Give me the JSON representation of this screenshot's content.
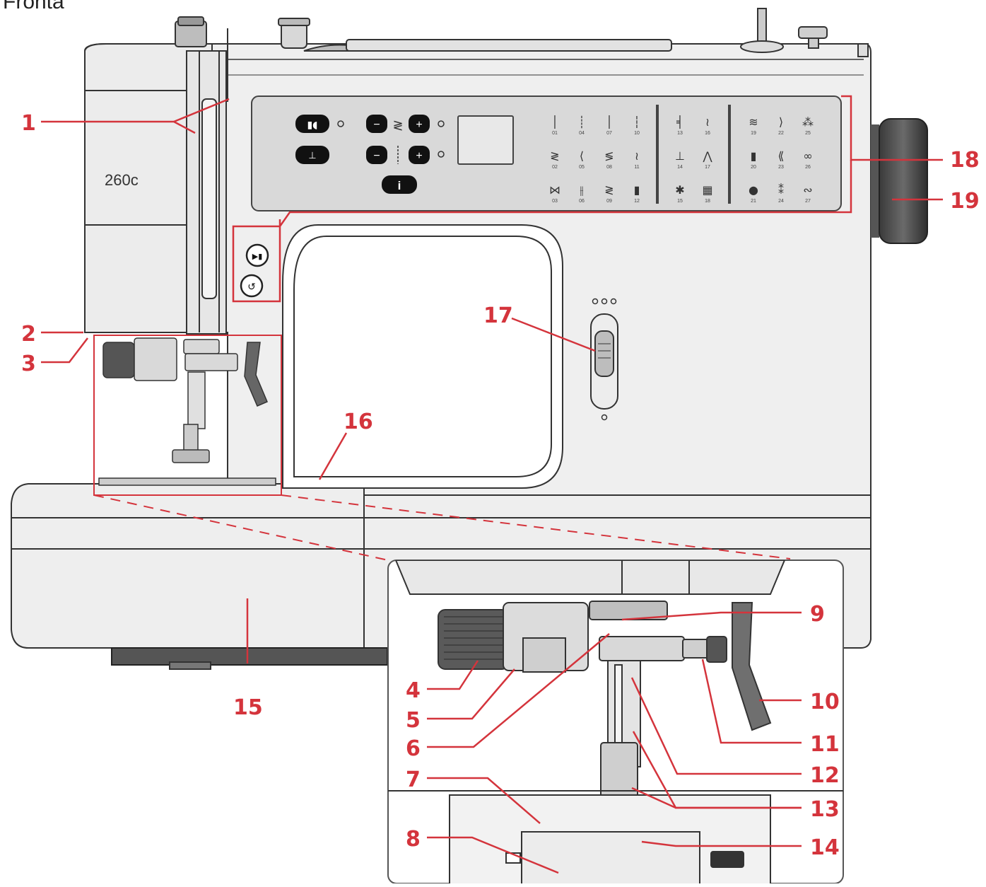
{
  "page_title": "Fronta",
  "model_label": "260c",
  "colors": {
    "accent": "#d4343c",
    "body": "#eeeeee",
    "outline": "#333333",
    "panel": "#d7d7d7",
    "button": "#111111",
    "handwheel": "#4a4a4a"
  },
  "callouts": [
    {
      "id": "1",
      "label": "1"
    },
    {
      "id": "2",
      "label": "2"
    },
    {
      "id": "3",
      "label": "3"
    },
    {
      "id": "4",
      "label": "4"
    },
    {
      "id": "5",
      "label": "5"
    },
    {
      "id": "6",
      "label": "6"
    },
    {
      "id": "7",
      "label": "7"
    },
    {
      "id": "8",
      "label": "8"
    },
    {
      "id": "9",
      "label": "9"
    },
    {
      "id": "10",
      "label": "10"
    },
    {
      "id": "11",
      "label": "11"
    },
    {
      "id": "12",
      "label": "12"
    },
    {
      "id": "13",
      "label": "13"
    },
    {
      "id": "14",
      "label": "14"
    },
    {
      "id": "15",
      "label": "15"
    },
    {
      "id": "16",
      "label": "16"
    },
    {
      "id": "17",
      "label": "17"
    },
    {
      "id": "18",
      "label": "18"
    },
    {
      "id": "19",
      "label": "19"
    }
  ],
  "stitch_numbers": {
    "col1": [
      "01",
      "02",
      "03"
    ],
    "col2": [
      "04",
      "05",
      "06"
    ],
    "col3": [
      "07",
      "08",
      "09"
    ],
    "col4": [
      "10",
      "11",
      "12"
    ],
    "col5": [
      "13",
      "14",
      "15"
    ],
    "col6": [
      "16",
      "17",
      "18"
    ],
    "col7": [
      "19",
      "20",
      "21"
    ],
    "col8": [
      "22",
      "23",
      "24"
    ],
    "col9": [
      "25",
      "26",
      "27"
    ]
  },
  "panel_buttons": {
    "minus": "−",
    "plus": "+",
    "info": "i"
  },
  "icons": [
    "needle-position-icon",
    "needle-down-icon",
    "stitch-width-icon",
    "stitch-length-icon",
    "info-icon",
    "start-stop-icon",
    "reverse-icon"
  ]
}
